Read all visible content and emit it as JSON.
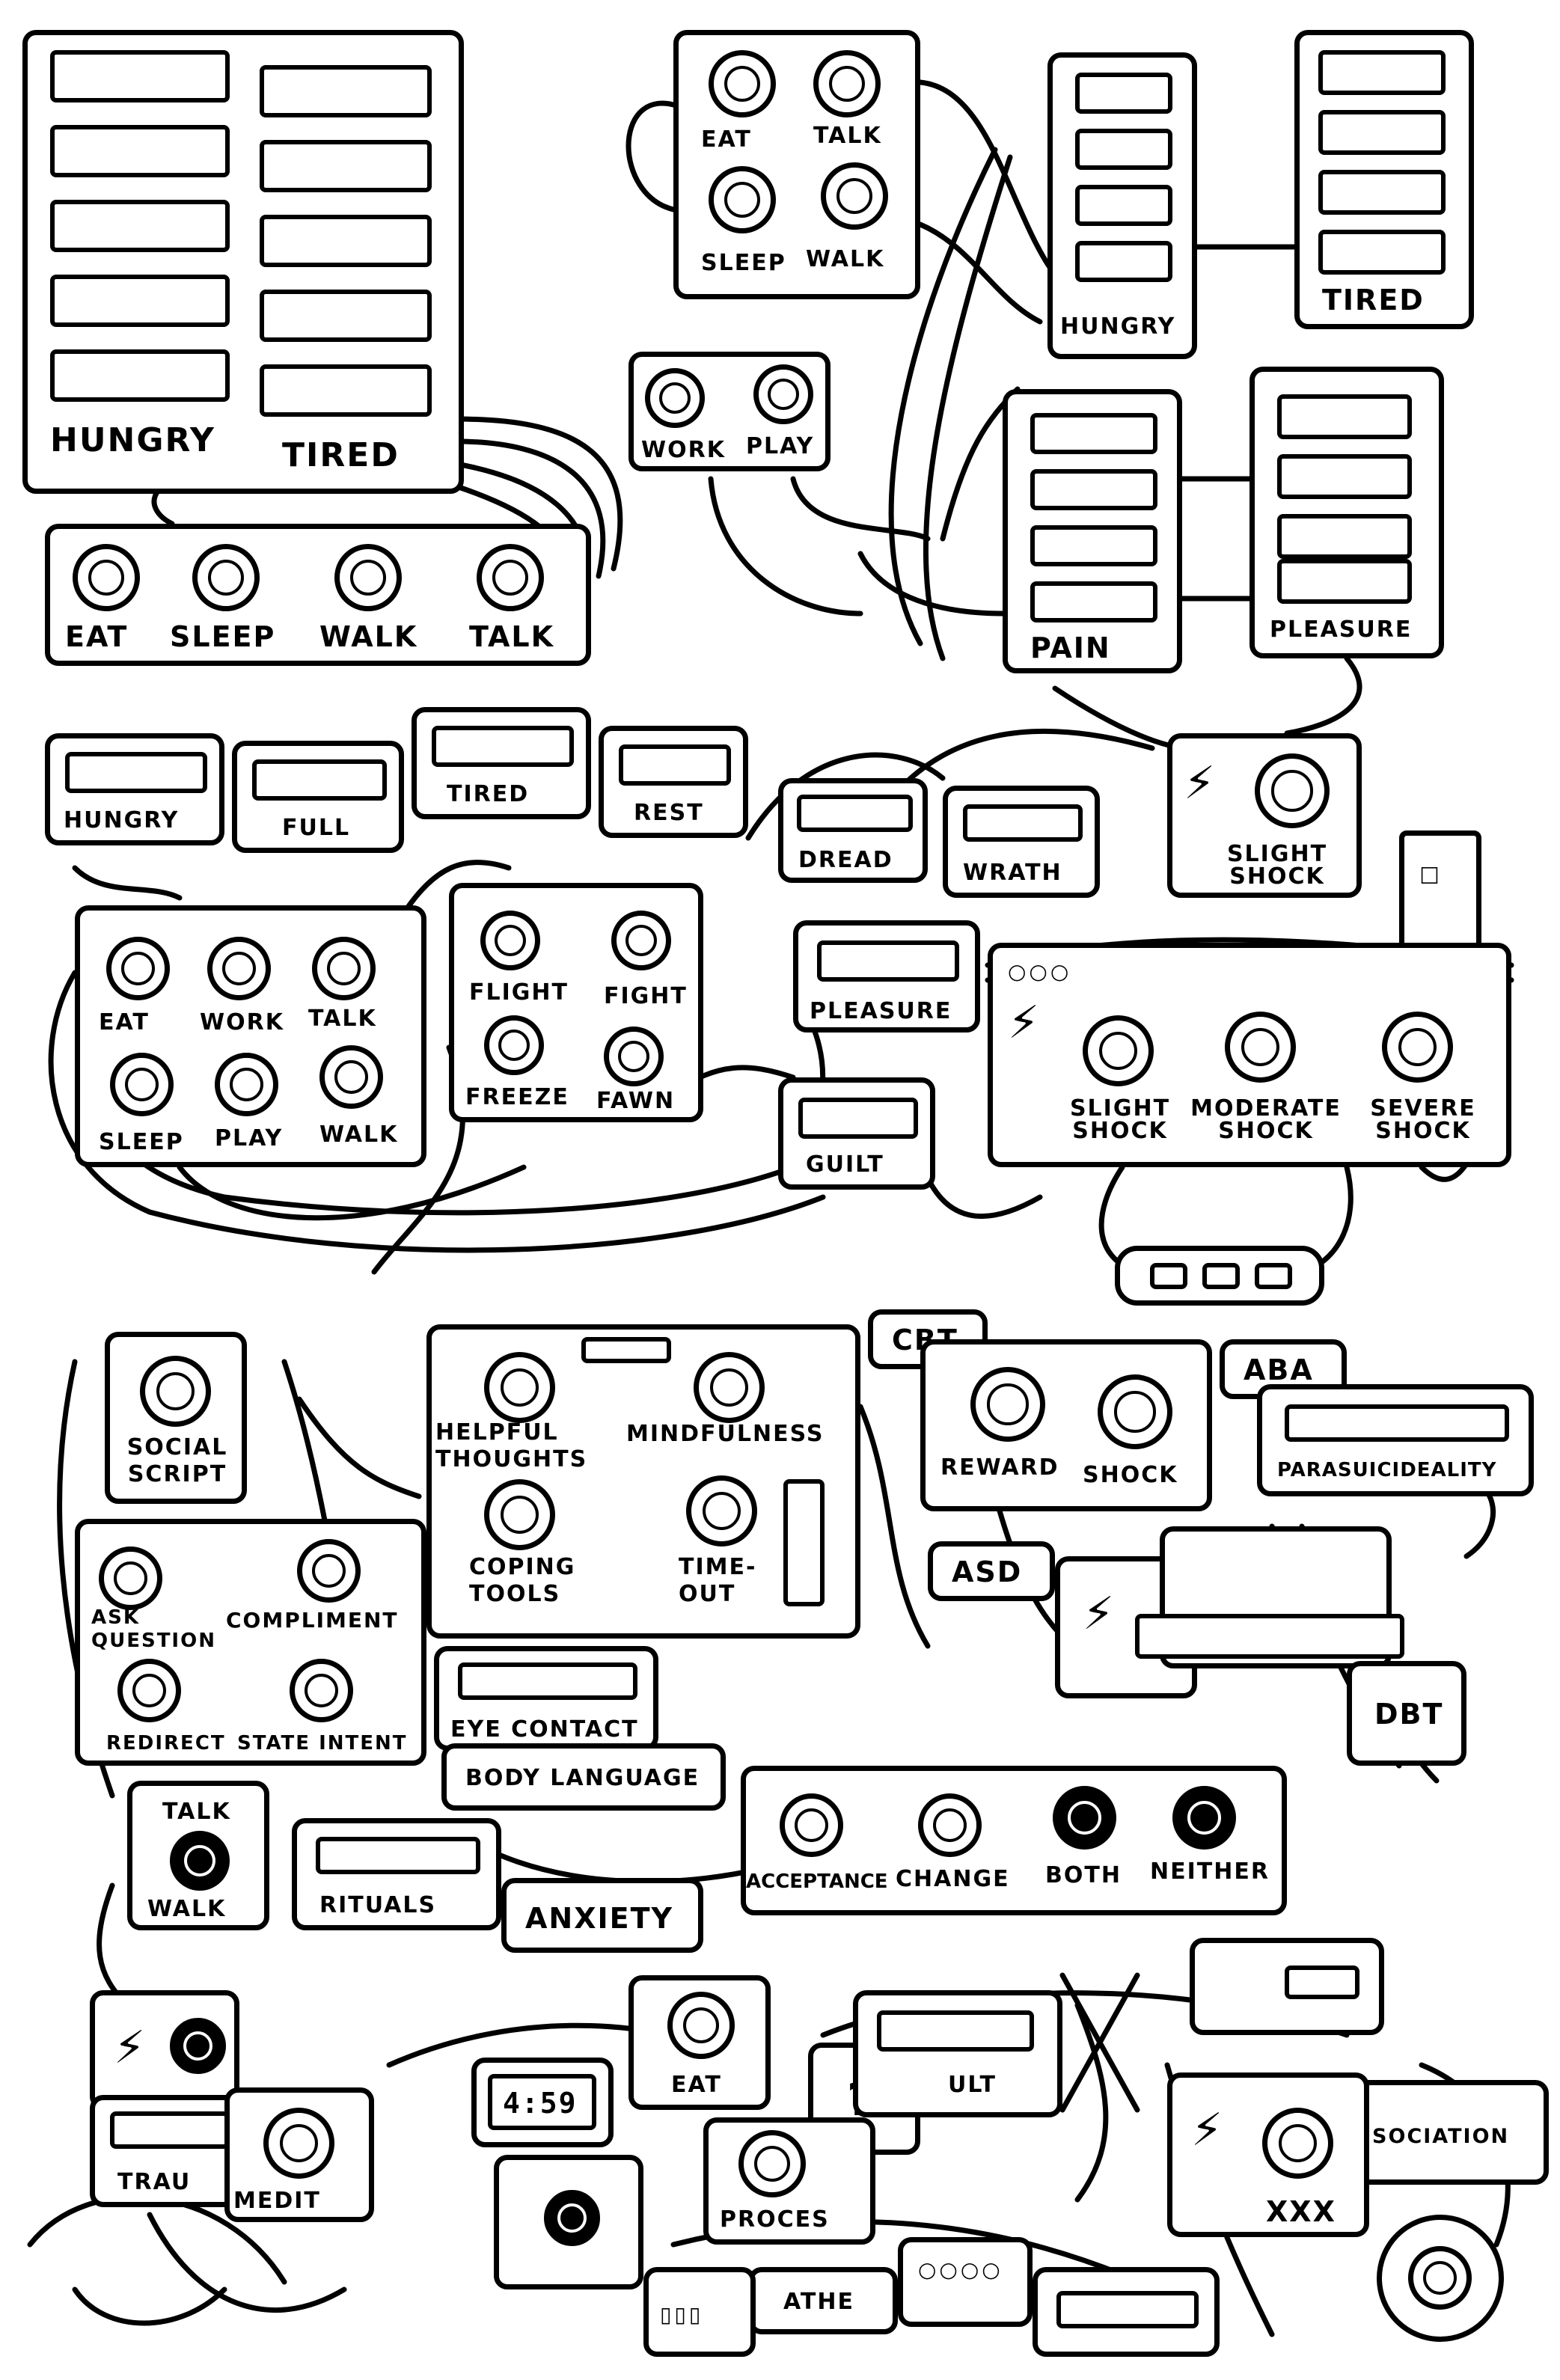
{
  "panel1": {
    "labels": [
      "HUNGRY",
      "TIRED"
    ],
    "knobs": [
      "EAT",
      "SLEEP",
      "WALK",
      "TALK"
    ]
  },
  "panel2": {
    "actions": [
      "EAT",
      "TALK",
      "SLEEP",
      "WALK"
    ],
    "hungry": "HUNGRY",
    "tired": "TIRED",
    "work": "WORK",
    "play": "PLAY",
    "pain": "PAIN",
    "pleasure": "PLEASURE",
    "slight_shock": "SLIGHT SHOCK"
  },
  "panel3": {
    "gauges": [
      "HUNGRY",
      "FULL",
      "TIRED",
      "REST",
      "DREAD",
      "WRATH",
      "PLEASURE",
      "GUILT"
    ],
    "actions_top": [
      "EAT",
      "WORK",
      "TALK"
    ],
    "actions_bottom": [
      "SLEEP",
      "PLAY",
      "WALK"
    ],
    "responses": [
      "FLIGHT",
      "FIGHT",
      "FREEZE",
      "FAWN"
    ],
    "shock": "SLIGHT SHOCK",
    "shocks": [
      "SLIGHT SHOCK",
      "MODERATE SHOCK",
      "SEVERE SHOCK"
    ]
  },
  "panel4": {
    "social_script": "SOCIAL SCRIPT",
    "cbt": "CBT",
    "helpful_thoughts": "HELPFUL THOUGHTS",
    "mindfulness": "MINDFULNESS",
    "coping_tools": "COPING TOOLS",
    "time_out": "TIME- OUT",
    "aba": "ABA",
    "reward": "REWARD",
    "shock": "SHOCK",
    "parasuicideality": "PARASUICIDEALITY",
    "asd": "ASD",
    "ask_question": "ASK QUESTION",
    "compliment": "COMPLIMENT",
    "redirect": "REDIRECT",
    "state_intent": "STATE INTENT",
    "eye_contact": "EYE CONTACT",
    "body_language": "BODY LANGUAGE",
    "dbt": "DBT",
    "talk": "TALK",
    "walk": "WALK",
    "rituals": "RITUALS",
    "anxiety": "ANXIETY",
    "dbt_options": [
      "ACCEPTANCE",
      "CHANGE",
      "BOTH",
      "NEITHER"
    ]
  },
  "panel5": {
    "trau": "TRAU",
    "medit": "MEDIT",
    "eat": "EAT",
    "ult": "ULT",
    "proces": "PROCES",
    "athe": "ATHE",
    "isociation": "ISOCIATION",
    "xxx": "XXX",
    "clock": "4:59",
    "question": "?"
  }
}
